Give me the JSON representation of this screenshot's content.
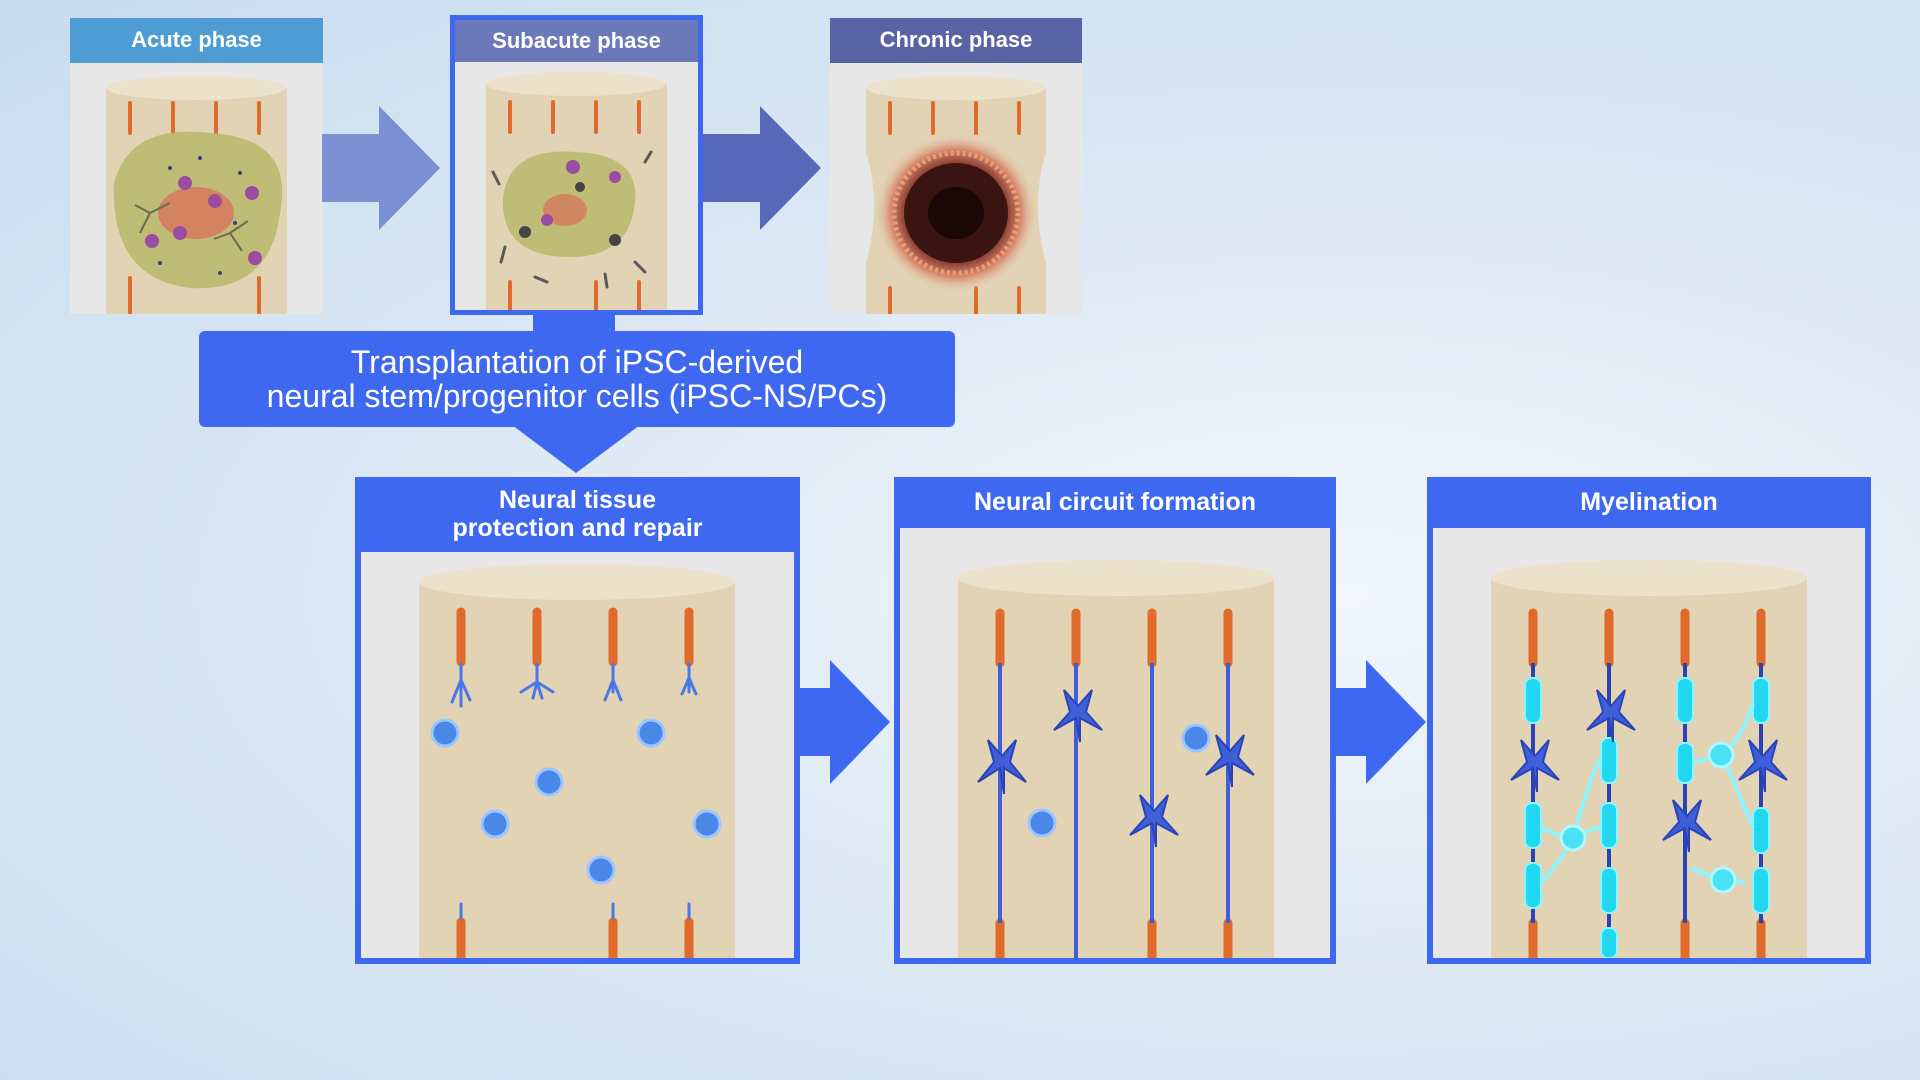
{
  "phases": {
    "acute": {
      "label": "Acute phase",
      "color": "#4f9bd3"
    },
    "subacute": {
      "label": "Subacute phase",
      "color": "#6b79b8"
    },
    "chronic": {
      "label": "Chronic phase",
      "color": "#5763a3"
    }
  },
  "transplant": {
    "line1": "Transplantation of iPSC-derived",
    "line2": "neural stem/progenitor cells (iPSC-NS/PCs)"
  },
  "outcomes": {
    "protection": {
      "line1": "Neural tissue",
      "line2": "protection and repair"
    },
    "circuit": {
      "label": "Neural circuit formation"
    },
    "myelination": {
      "label": "Myelination"
    }
  },
  "colors": {
    "accent": "#3f68f0",
    "arrow_light": "#7b8fd3",
    "arrow_dark": "#5769b8",
    "tissue": "#e2d3b5",
    "axon": "#e06a2a"
  },
  "icons": {
    "phase_arrow": "right-arrow-icon",
    "down_arrow": "down-arrow-icon"
  }
}
